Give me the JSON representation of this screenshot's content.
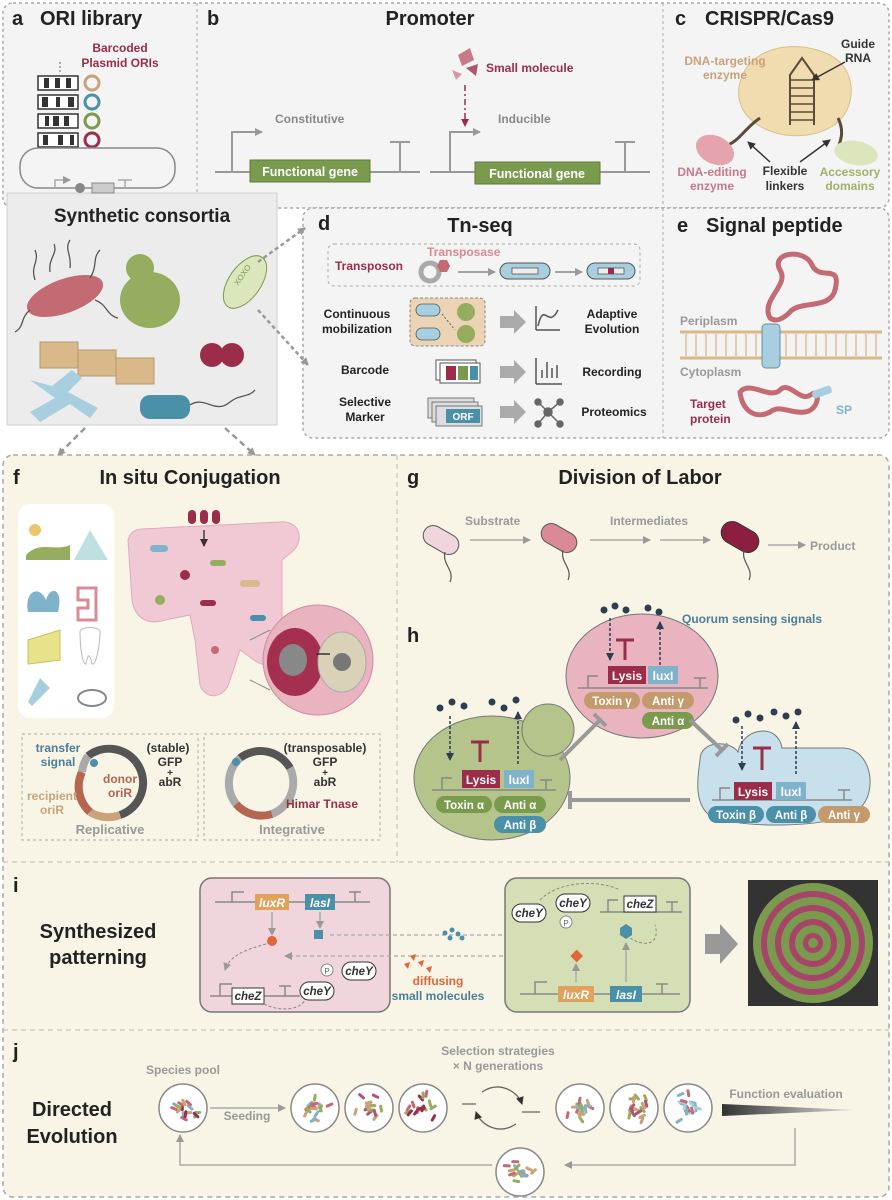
{
  "panel_a": {
    "letter": "a",
    "title": "ORI library",
    "label_line1": "Barcoded",
    "label_line2": "Plasmid ORIs"
  },
  "panel_b": {
    "letter": "b",
    "title": "Promoter",
    "small_molecule": "Small molecule",
    "constitutive": "Constitutive",
    "inducible": "Inducible",
    "gene": "Functional gene"
  },
  "panel_c": {
    "letter": "c",
    "title": "CRISPR/Cas9",
    "dna_targeting_1": "DNA-targeting",
    "dna_targeting_2": "enzyme",
    "guide_1": "Guide",
    "guide_2": "RNA",
    "dna_editing_1": "DNA-editing",
    "dna_editing_2": "enzyme",
    "flexible_1": "Flexible",
    "flexible_2": "linkers",
    "accessory_1": "Accessory",
    "accessory_2": "domains"
  },
  "consortia": {
    "title": "Synthetic consortia"
  },
  "panel_d": {
    "letter": "d",
    "title": "Tn-seq",
    "transposon": "Transposon",
    "transposase": "Transposase",
    "continuous_1": "Continuous",
    "continuous_2": "mobilization",
    "adaptive_1": "Adaptive",
    "adaptive_2": "Evolution",
    "barcode": "Barcode",
    "recording": "Recording",
    "selective_1": "Selective",
    "selective_2": "Marker",
    "orf": "ORF",
    "proteomics": "Proteomics"
  },
  "panel_e": {
    "letter": "e",
    "title": "Signal peptide",
    "periplasm": "Periplasm",
    "cytoplasm": "Cytoplasm",
    "target_1": "Target",
    "target_2": "protein",
    "sp": "SP"
  },
  "panel_f": {
    "letter": "f",
    "title": "In situ Conjugation",
    "transfer_1": "transfer",
    "transfer_2": "signal",
    "stable": "(stable)",
    "gfp": "GFP",
    "plus": "+",
    "abr": "abR",
    "donor_1": "donor",
    "donor_2": "oriR",
    "recipient_1": "recipient",
    "recipient_2": "oriR",
    "replicative": "Replicative",
    "transposable": "(transposable)",
    "himar": "Himar Tnase",
    "integrative": "Integrative"
  },
  "panel_g": {
    "letter": "g",
    "title": "Division of Labor",
    "substrate": "Substrate",
    "intermediates": "Intermediates",
    "product": "Product"
  },
  "panel_h": {
    "letter": "h",
    "quorum": "Quorum sensing signals",
    "lysis": "Lysis",
    "luxi": "luxI",
    "toxin_alpha": "Toxin α",
    "anti_alpha": "Anti α",
    "anti_beta": "Anti β",
    "toxin_gamma": "Toxin γ",
    "anti_gamma": "Anti γ",
    "toxin_beta": "Toxin β"
  },
  "panel_i": {
    "letter": "i",
    "title_1": "Synthesized",
    "title_2": "patterning",
    "luxr": "luxR",
    "lasi": "lasI",
    "chez": "cheZ",
    "chey": "cheY",
    "p": "P",
    "diffusing_1": "diffusing",
    "diffusing_2": "small molecules"
  },
  "panel_j": {
    "letter": "j",
    "title_1": "Directed",
    "title_2": "Evolution",
    "species_pool": "Species pool",
    "seeding": "Seeding",
    "selection_1": "Selection strategies",
    "selection_2": "× N generations",
    "function_eval": "Function evaluation"
  },
  "colors": {
    "maroon": "#9b2d4a",
    "olive_green": "#7a9a4e",
    "teal": "#4a90a8",
    "tan": "#c9a27a",
    "grey_text": "#8c8c8c",
    "cream_bg": "#f8f5e6"
  }
}
